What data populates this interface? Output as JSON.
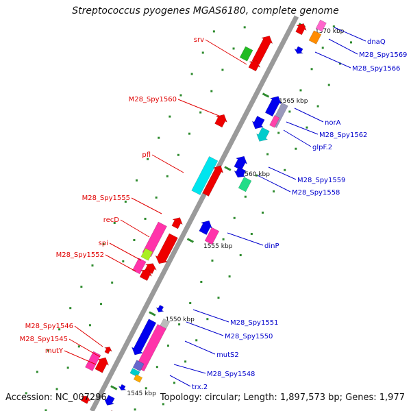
{
  "title": "Streptococcus pyogenes MGAS6180, complete genome",
  "footer": {
    "accession": "Accession: NC_007296",
    "summary": "Topology: circular; Length: 1,897,573 bp; Genes: 1,977"
  },
  "colors": {
    "backbone": "#9a9a9a",
    "tick": "#2e8b2e",
    "left_label": "#e00000",
    "right_label": "#0000cc",
    "coord_label": "#111111"
  },
  "coordinate_labels": [
    "1570 kbp",
    "1565 kbp",
    "1560 kbp",
    "1555 kbp",
    "1550 kbp",
    "1545 kbp"
  ],
  "left_genes": [
    "srv",
    "M28_Spy1560",
    "pfl",
    "M28_Spy1555",
    "recD",
    "spi",
    "M28_Spy1552",
    "M28_Spy1546",
    "M28_Spy1545",
    "mutY"
  ],
  "right_genes": [
    "dnaQ",
    "M28_Spy1569",
    "M28_Spy1566",
    "norA",
    "M28_Spy1562",
    "glpF.2",
    "M28_Spy1559",
    "M28_Spy1558",
    "dinP",
    "M28_Spy1551",
    "M28_Spy1550",
    "mutS2",
    "M28_Spy1548",
    "trx.2"
  ]
}
